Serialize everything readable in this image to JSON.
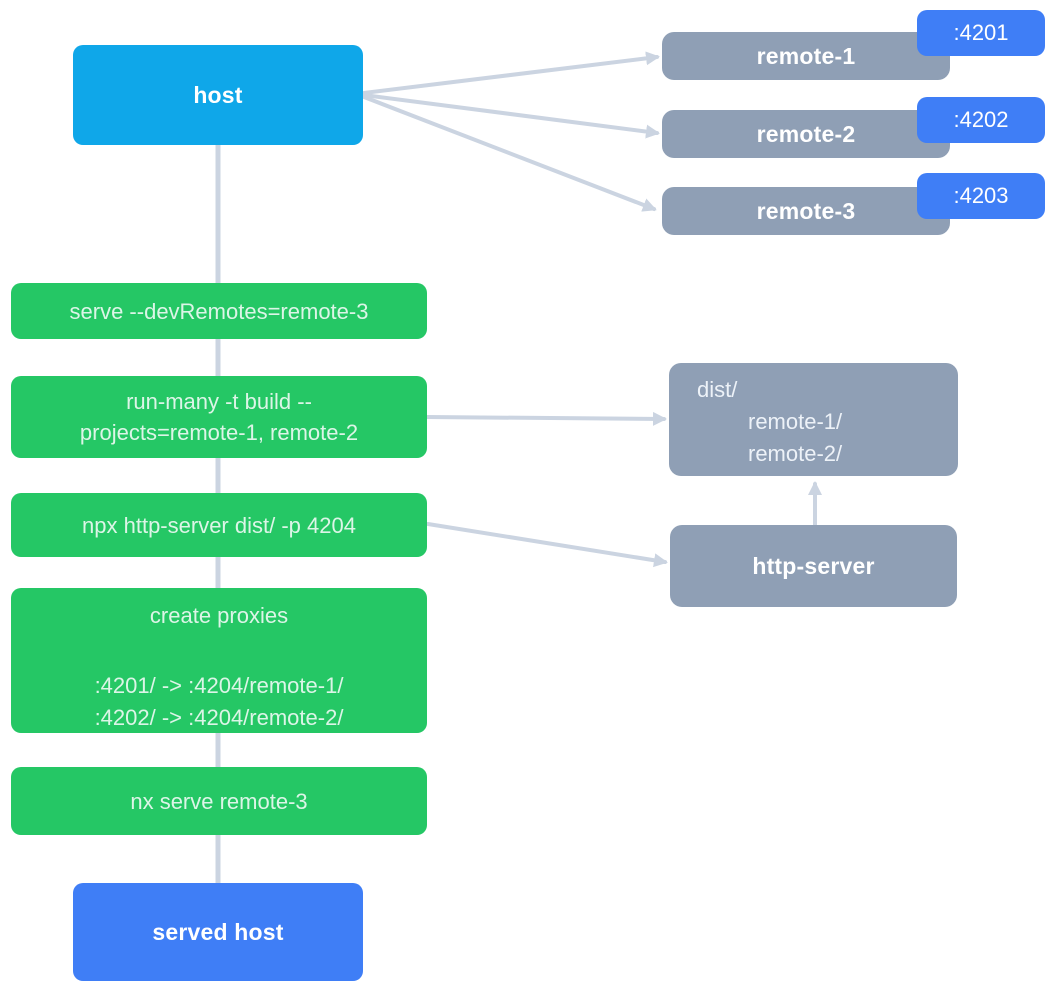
{
  "colors": {
    "host_blue": "#0FA7E9",
    "blue": "#3F7EF6",
    "green": "#25C765",
    "green_text": "#DCF5E7",
    "slate": "#8F9FB5",
    "line": "#CBD4E1"
  },
  "host": {
    "label": "host"
  },
  "remotes": [
    {
      "label": "remote-1",
      "port": ":4201"
    },
    {
      "label": "remote-2",
      "port": ":4202"
    },
    {
      "label": "remote-3",
      "port": ":4203"
    }
  ],
  "steps": {
    "serve": {
      "label": "serve --devRemotes=remote-3"
    },
    "run_many": {
      "lines": [
        "run-many -t build --",
        "projects=remote-1, remote-2"
      ]
    },
    "http_server_cmd": {
      "label": "npx http-server dist/ -p 4204"
    },
    "create_proxies": {
      "title": "create proxies",
      "lines": [
        ":4201/ -> :4204/remote-1/",
        ":4202/ -> :4204/remote-2/"
      ]
    },
    "nx_serve": {
      "label": "nx serve remote-3"
    }
  },
  "dist_box": {
    "lines": [
      "dist/",
      "remote-1/",
      "remote-2/"
    ]
  },
  "http_server": {
    "label": "http-server"
  },
  "served_host": {
    "label": "served host"
  }
}
